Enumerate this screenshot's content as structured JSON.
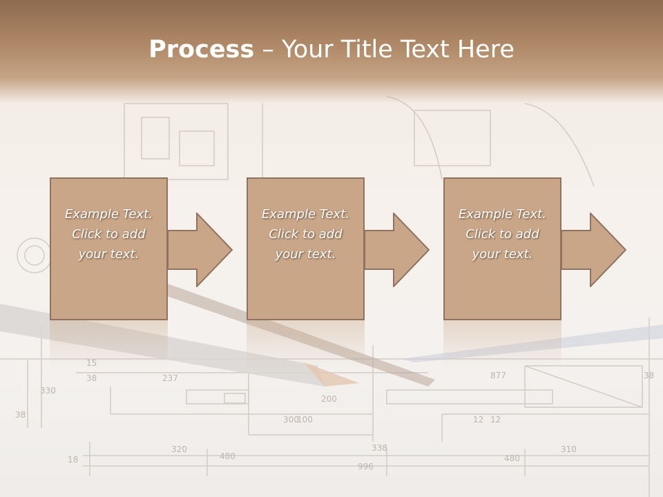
{
  "slide": {
    "title_bold": "Process",
    "title_rest": " – Your Title Text Here",
    "steps": [
      {
        "line1": "Example Text.",
        "line2": "Click  to add",
        "line3": "your text."
      },
      {
        "line1": "Example Text.",
        "line2": "Click  to add",
        "line3": "your text."
      },
      {
        "line1": "Example Text.",
        "line2": "Click  to add",
        "line3": "your text."
      }
    ],
    "blueprint_labels": [
      "15",
      "38",
      "237",
      "200",
      "300",
      "100",
      "12",
      "12",
      "877",
      "38",
      "330",
      "38",
      "320",
      "480",
      "338",
      "480",
      "310",
      "996",
      "18"
    ]
  },
  "colors": {
    "header_dark": "#8e6a4f",
    "header_light": "#c5a485",
    "card_fill": "#c9a688",
    "card_border": "#8f7260",
    "text": "#ffffff"
  }
}
